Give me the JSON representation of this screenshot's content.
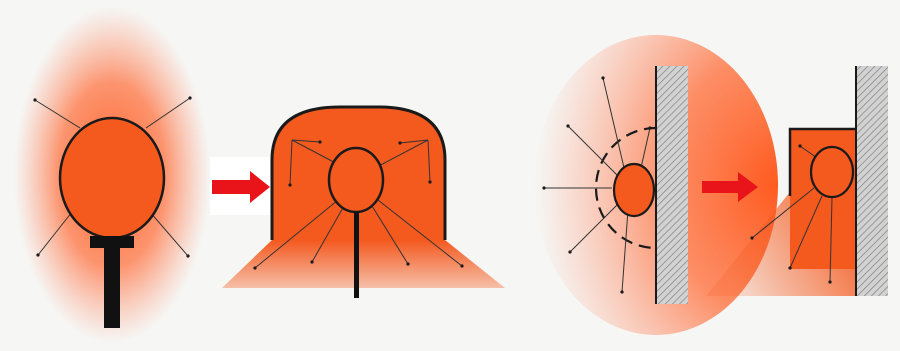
{
  "colors": {
    "background": "#f6f6f4",
    "glow": "#ff5a1e",
    "fill": "#f4591e",
    "outline": "#1a1a1a",
    "arrow": "#e8141a",
    "wall_fill": "#d2d2d2",
    "wall_hatch": "#8a8a8a"
  },
  "panels": [
    {
      "name": "free-standing-lamp",
      "description_icon": "lamp-on-post-icon"
    },
    {
      "name": "shaded-lamp",
      "description_icon": "lamp-with-reflector-icon"
    },
    {
      "name": "wall-lamp-free",
      "description_icon": "wall-lamp-icon"
    },
    {
      "name": "wall-lamp-shaded",
      "description_icon": "wall-lamp-reflector-icon"
    }
  ],
  "arrows": [
    {
      "name": "transition-arrow-1",
      "icon": "right-arrow-icon"
    },
    {
      "name": "transition-arrow-2",
      "icon": "right-arrow-icon"
    }
  ]
}
